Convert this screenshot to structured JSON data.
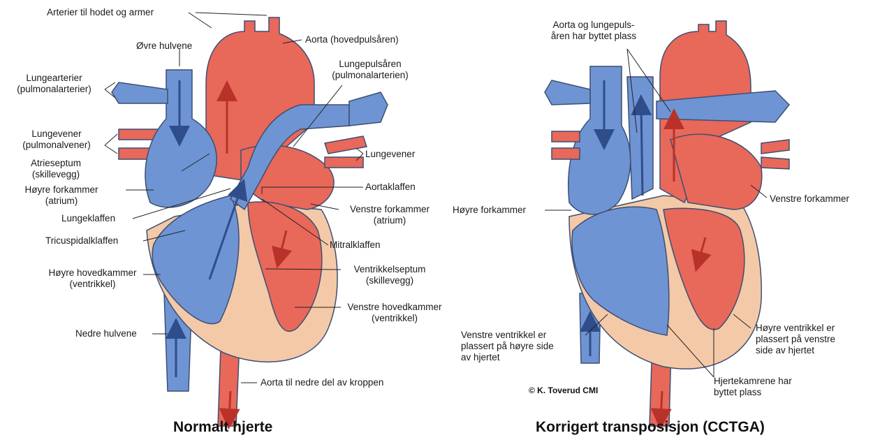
{
  "normal": {
    "caption": "Normalt hjerte",
    "labels": {
      "arteries_head_arms": "Arterier til hodet og armer",
      "aorta": "Aorta (hovedpulsåren)",
      "upper_vena_cava": "Øvre hulvene",
      "pulmonary_artery_1": "Lungepulsåren",
      "pulmonary_artery_2": "(pulmonalarterien)",
      "lung_arteries_1": "Lungearterier",
      "lung_arteries_2": "(pulmonalarterier)",
      "lung_veins_left_1": "Lungevener",
      "lung_veins_left_2": "(pulmonalvener)",
      "lung_veins_right": "Lungevener",
      "atrial_septum_1": "Atrieseptum",
      "atrial_septum_2": "(skillevegg)",
      "right_atrium_1": "Høyre forkammer",
      "right_atrium_2": "(atrium)",
      "aortic_valve": "Aortaklaffen",
      "left_atrium_1": "Venstre forkammer",
      "left_atrium_2": "(atrium)",
      "pulmonary_valve": "Lungeklaffen",
      "mitral_valve": "Mitralklaffen",
      "tricuspid_valve": "Tricuspidalklaffen",
      "ventricular_septum_1": "Ventrikkelseptum",
      "ventricular_septum_2": "(skillevegg)",
      "right_ventricle_1": "Høyre hovedkammer",
      "right_ventricle_2": "(ventrikkel)",
      "left_ventricle_1": "Venstre hovedkammer",
      "left_ventricle_2": "(ventrikkel)",
      "lower_vena_cava": "Nedre hulvene",
      "aorta_lower": "Aorta til nedre del av kroppen"
    }
  },
  "cctga": {
    "caption": "Korrigert transposisjon (CCTGA)",
    "labels": {
      "swapped_vessels_1": "Aorta og lungepuls-",
      "swapped_vessels_2": "åren har byttet plass",
      "right_atrium": "Høyre forkammer",
      "left_atrium": "Venstre forkammer",
      "left_ventricle_pos_1": "Venstre ventrikkel er",
      "left_ventricle_pos_2": "plassert på høyre side",
      "left_ventricle_pos_3": "av hjertet",
      "right_ventricle_pos_1": "Høyre ventrikkel er",
      "right_ventricle_pos_2": "plassert på venstre",
      "right_ventricle_pos_3": "side av hjertet",
      "swapped_chambers_1": "Hjertekamrene har",
      "swapped_chambers_2": "byttet plass"
    }
  },
  "copyright": "© K. Toverud CMI",
  "colors": {
    "oxygenated": "#e8685a",
    "deoxygenated": "#6f94d4",
    "muscle": "#f4c9a8",
    "outline": "#3d4f73"
  }
}
